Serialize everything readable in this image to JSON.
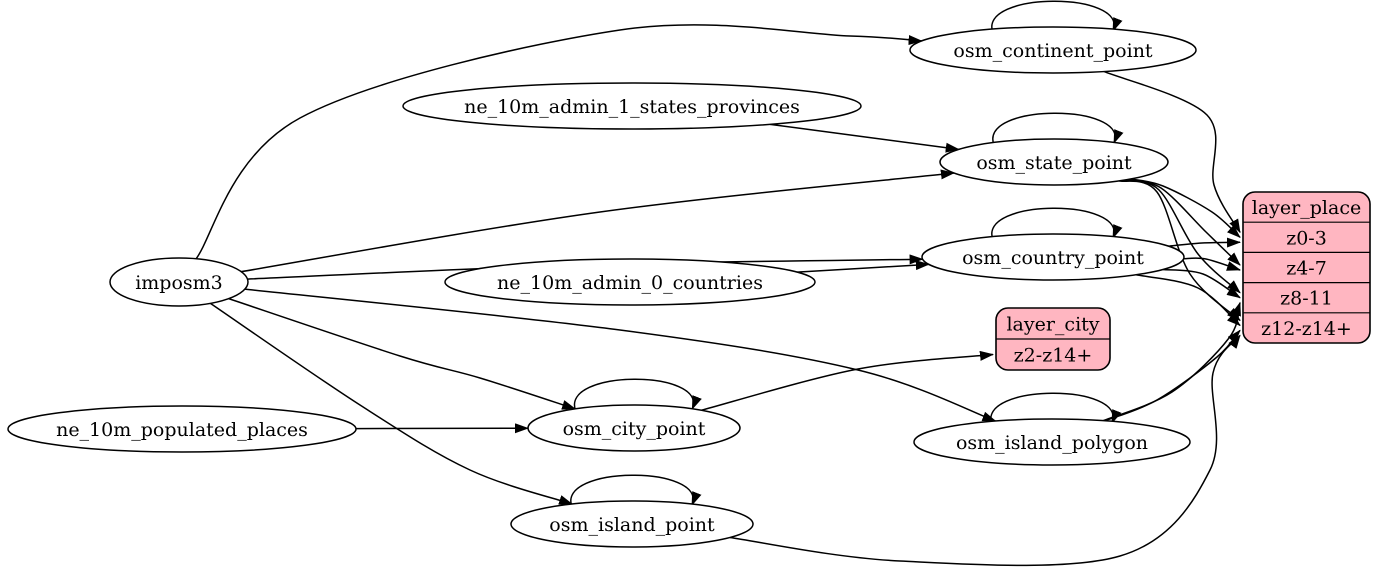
{
  "diagram": {
    "type": "graphviz-etl-digraph",
    "colors": {
      "background": "#ffffff",
      "table_node_fill": "#ffffff",
      "layer_record_fill": "#ffb6c1",
      "stroke": "#000000",
      "text": "#000000"
    },
    "nodes": [
      {
        "id": "imposm3",
        "label": "imposm3",
        "shape": "ellipse"
      },
      {
        "id": "ne_10m_admin_1_states_provinces",
        "label": "ne_10m_admin_1_states_provinces",
        "shape": "ellipse"
      },
      {
        "id": "ne_10m_admin_0_countries",
        "label": "ne_10m_admin_0_countries",
        "shape": "ellipse"
      },
      {
        "id": "ne_10m_populated_places",
        "label": "ne_10m_populated_places",
        "shape": "ellipse"
      },
      {
        "id": "osm_continent_point",
        "label": "osm_continent_point",
        "shape": "ellipse"
      },
      {
        "id": "osm_state_point",
        "label": "osm_state_point",
        "shape": "ellipse"
      },
      {
        "id": "osm_country_point",
        "label": "osm_country_point",
        "shape": "ellipse"
      },
      {
        "id": "osm_city_point",
        "label": "osm_city_point",
        "shape": "ellipse"
      },
      {
        "id": "osm_island_polygon",
        "label": "osm_island_polygon",
        "shape": "ellipse"
      },
      {
        "id": "osm_island_point",
        "label": "osm_island_point",
        "shape": "ellipse"
      }
    ],
    "records": [
      {
        "id": "layer_place",
        "title": "layer_place",
        "rows": [
          "z0-3",
          "z4-7",
          "z8-11",
          "z12-z14+"
        ]
      },
      {
        "id": "layer_city",
        "title": "layer_city",
        "rows": [
          "z2-z14+"
        ]
      }
    ],
    "self_loops": [
      "osm_continent_point",
      "osm_state_point",
      "osm_country_point",
      "osm_city_point",
      "osm_island_polygon",
      "osm_island_point"
    ],
    "edges": [
      {
        "from": "imposm3",
        "to": "osm_continent_point"
      },
      {
        "from": "imposm3",
        "to": "osm_state_point"
      },
      {
        "from": "imposm3",
        "to": "osm_country_point"
      },
      {
        "from": "imposm3",
        "to": "osm_city_point"
      },
      {
        "from": "imposm3",
        "to": "osm_island_polygon"
      },
      {
        "from": "imposm3",
        "to": "osm_island_point"
      },
      {
        "from": "ne_10m_admin_1_states_provinces",
        "to": "osm_state_point"
      },
      {
        "from": "ne_10m_admin_0_countries",
        "to": "osm_country_point"
      },
      {
        "from": "ne_10m_populated_places",
        "to": "osm_city_point"
      },
      {
        "from": "osm_continent_point",
        "to": "layer_place",
        "row": "z0-3"
      },
      {
        "from": "osm_state_point",
        "to": "layer_place",
        "row": "z0-3"
      },
      {
        "from": "osm_state_point",
        "to": "layer_place",
        "row": "z4-7"
      },
      {
        "from": "osm_state_point",
        "to": "layer_place",
        "row": "z8-11"
      },
      {
        "from": "osm_state_point",
        "to": "layer_place",
        "row": "z12-z14+"
      },
      {
        "from": "osm_country_point",
        "to": "layer_place",
        "row": "z0-3"
      },
      {
        "from": "osm_country_point",
        "to": "layer_place",
        "row": "z4-7"
      },
      {
        "from": "osm_country_point",
        "to": "layer_place",
        "row": "z8-11"
      },
      {
        "from": "osm_country_point",
        "to": "layer_place",
        "row": "z12-z14+"
      },
      {
        "from": "osm_island_polygon",
        "to": "layer_place",
        "row": "z8-11"
      },
      {
        "from": "osm_island_polygon",
        "to": "layer_place",
        "row": "z12-z14+"
      },
      {
        "from": "osm_island_point",
        "to": "layer_place",
        "row": "z12-z14+"
      },
      {
        "from": "osm_city_point",
        "to": "layer_city",
        "row": "z2-z14+"
      }
    ]
  }
}
